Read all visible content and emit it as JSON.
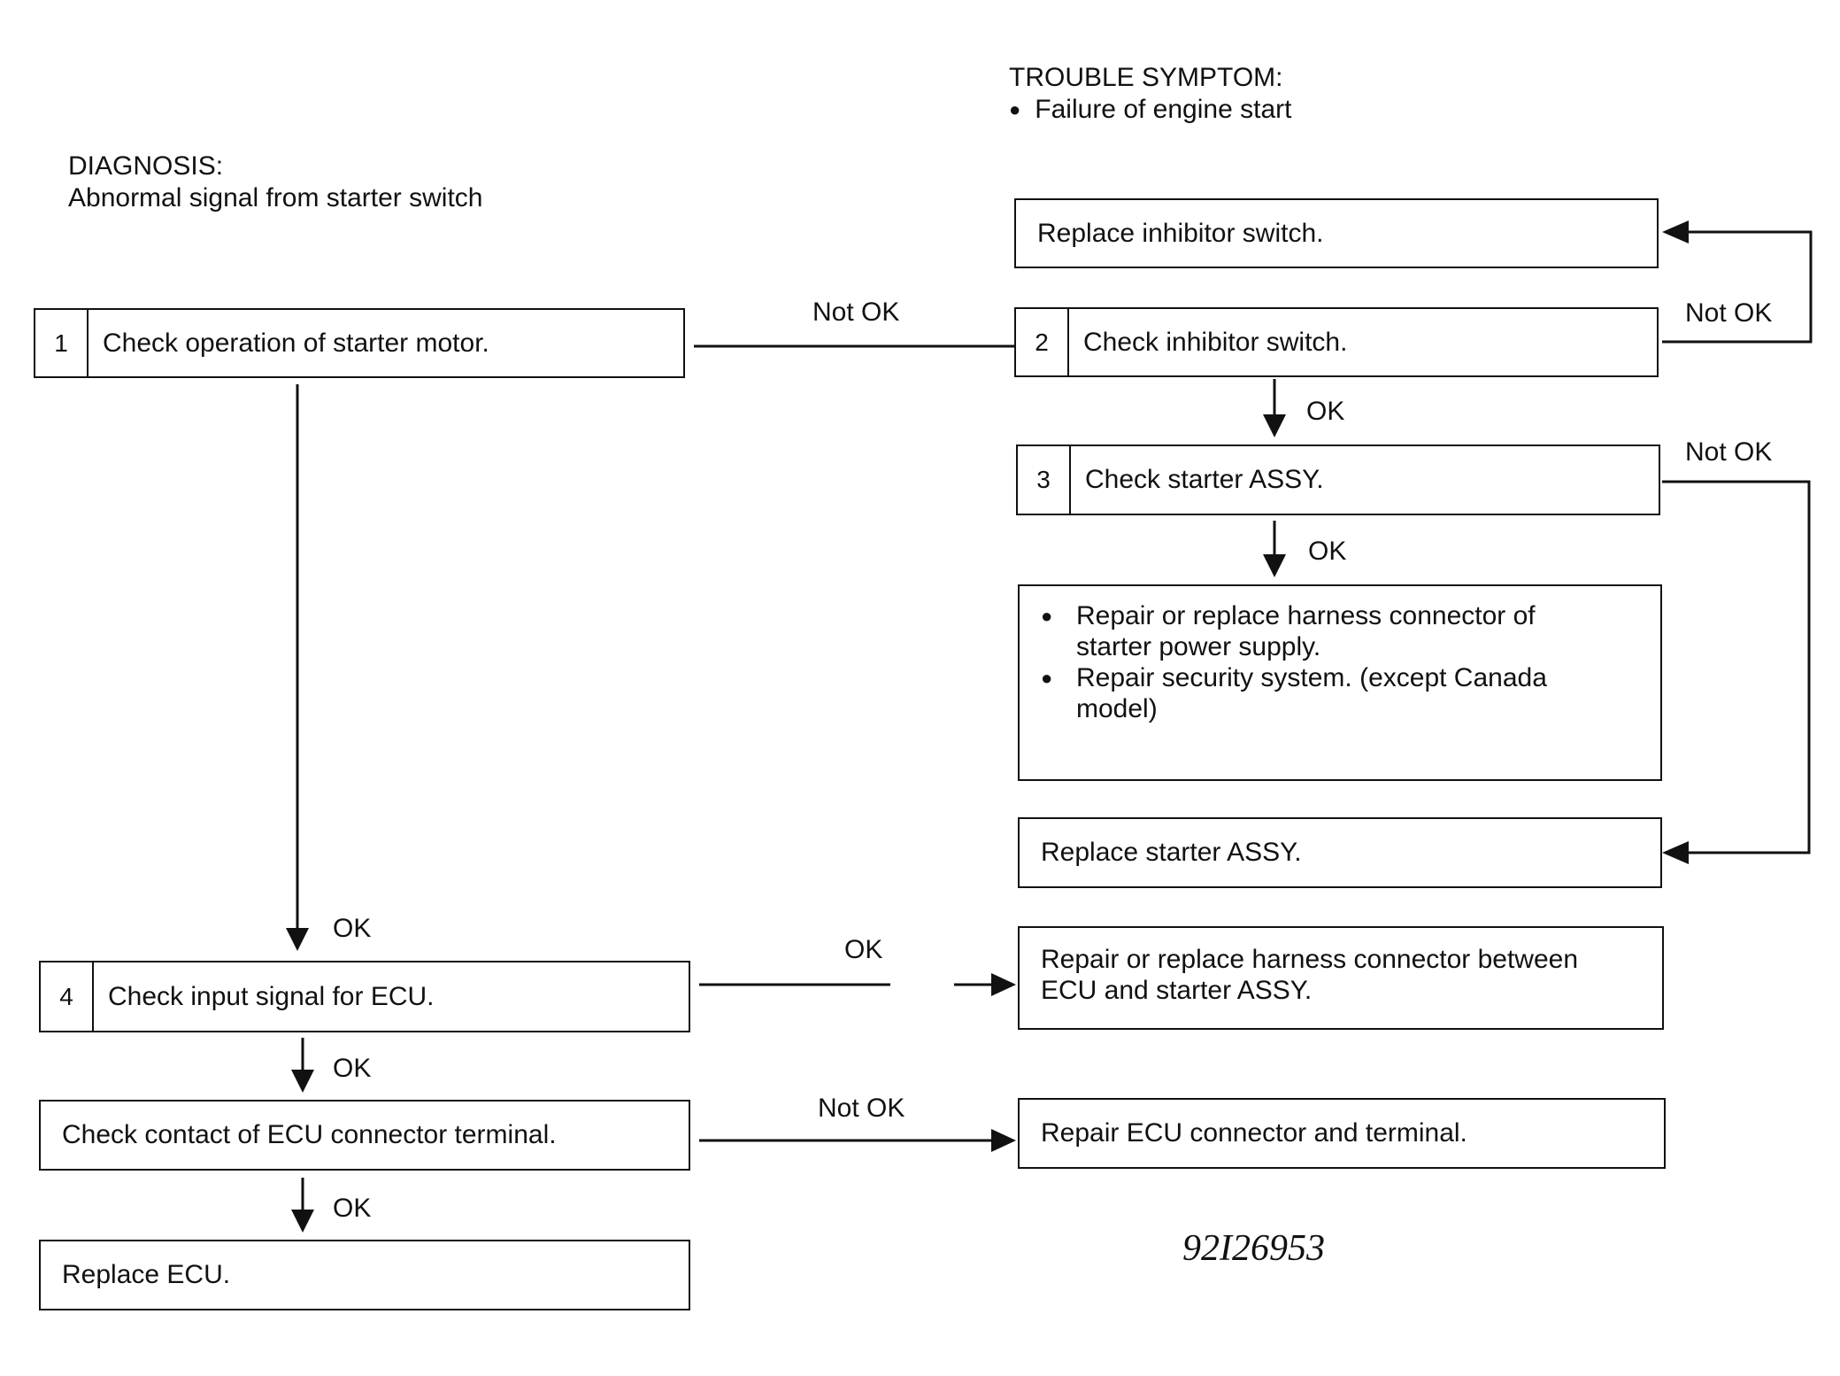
{
  "trouble_symptom": {
    "heading": "TROUBLE SYMPTOM:",
    "item": "Failure of engine start"
  },
  "diagnosis": {
    "heading": "DIAGNOSIS:",
    "text": "Abnormal signal from starter switch"
  },
  "steps": {
    "s1": {
      "number": "1",
      "text": "Check operation of starter motor."
    },
    "s2": {
      "number": "2",
      "text": "Check inhibitor switch."
    },
    "s3": {
      "number": "3",
      "text": "Check starter ASSY."
    },
    "s4": {
      "number": "4",
      "text": "Check input signal for ECU."
    },
    "s5": {
      "text": "Check contact of ECU connector terminal."
    }
  },
  "actions": {
    "replace_inhibitor": "Replace inhibitor switch.",
    "repair_harness_bullets": [
      "Repair or replace harness connector of starter power supply.",
      "Repair security system. (except Canada model)"
    ],
    "replace_starter": "Replace starter ASSY.",
    "repair_harness_ecu_line1": "Repair or replace harness connector between",
    "repair_harness_ecu_line2": "ECU and starter ASSY.",
    "repair_ecu_connector": "Repair ECU connector and terminal.",
    "replace_ecu": "Replace ECU."
  },
  "labels": {
    "ok": "OK",
    "not_ok": "Not OK"
  },
  "reference_number": "92I26953"
}
